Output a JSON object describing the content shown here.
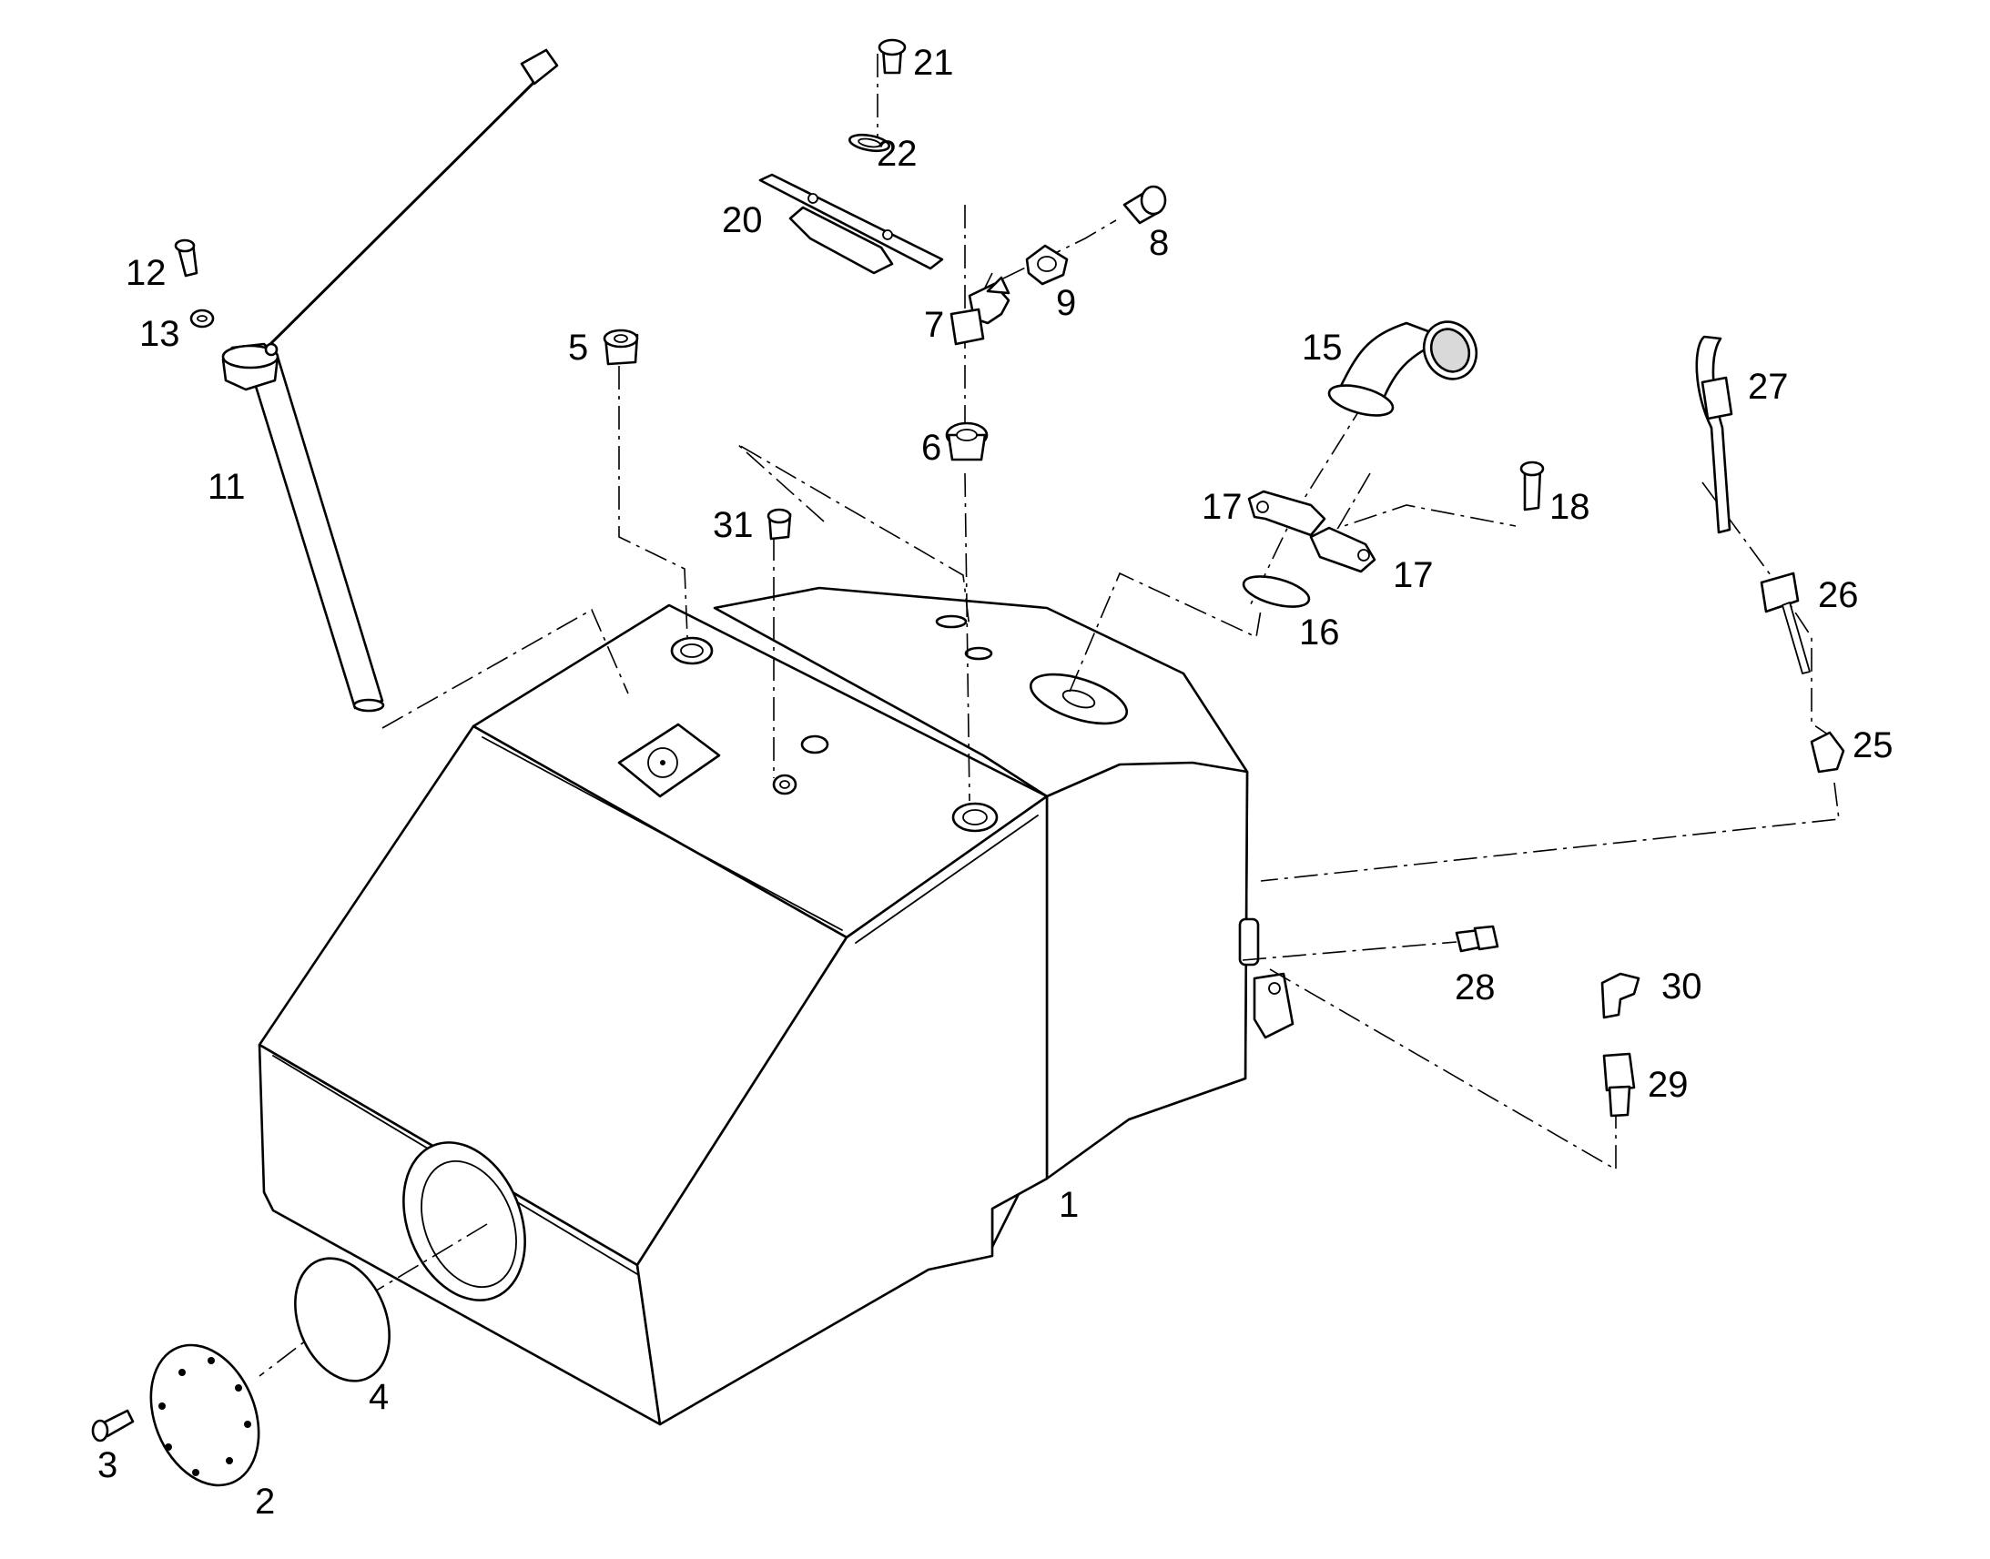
{
  "callouts": {
    "c1": "1",
    "c2": "2",
    "c3": "3",
    "c4": "4",
    "c5": "5",
    "c6": "6",
    "c7": "7",
    "c8": "8",
    "c9": "9",
    "c11": "11",
    "c12": "12",
    "c13": "13",
    "c15": "15",
    "c16": "16",
    "c17a": "17",
    "c17b": "17",
    "c18": "18",
    "c20": "20",
    "c21": "21",
    "c22": "22",
    "c25": "25",
    "c26": "26",
    "c27": "27",
    "c28": "28",
    "c29": "29",
    "c30": "30",
    "c31": "31"
  }
}
